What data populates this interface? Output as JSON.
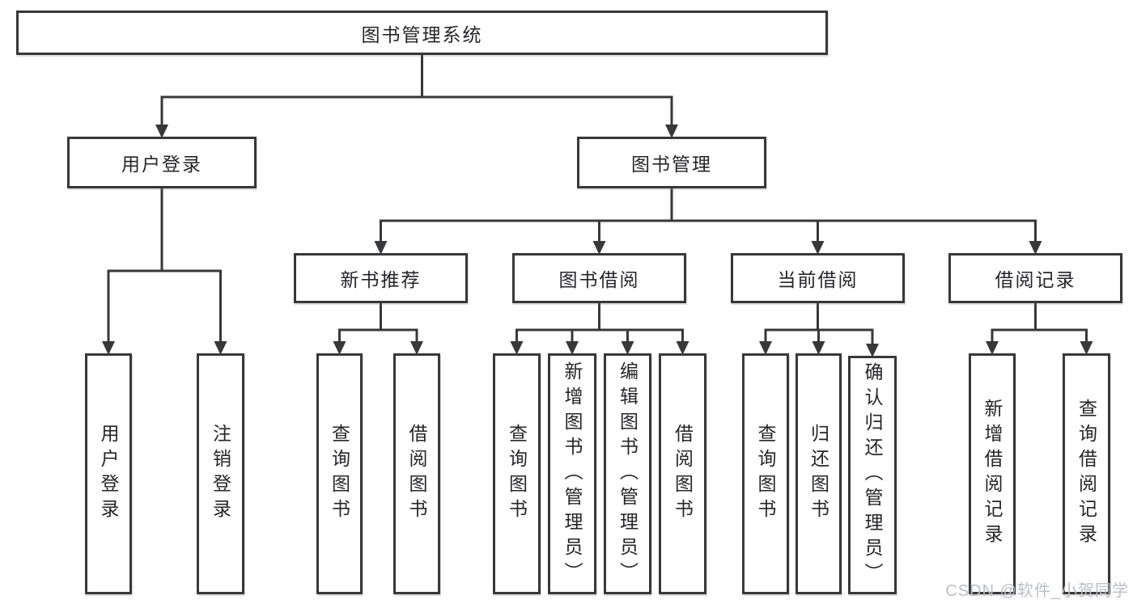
{
  "diagram": {
    "title": "图书管理系统",
    "watermark": "CSDN @软件_小贺同学",
    "colors": {
      "line": "#38383a",
      "text": "#26262a",
      "background": "#ffffff",
      "watermark": "#b9bfc5"
    },
    "nodes": [
      {
        "id": "root",
        "label": "图书管理系统",
        "level": 1
      },
      {
        "id": "user-login",
        "label": "用户登录",
        "level": 2
      },
      {
        "id": "book-management",
        "label": "图书管理",
        "level": 2
      },
      {
        "id": "new-book-recommend",
        "label": "新书推荐",
        "level": 3
      },
      {
        "id": "book-borrowing",
        "label": "图书借阅",
        "level": 3
      },
      {
        "id": "current-borrowing",
        "label": "当前借阅",
        "level": 3
      },
      {
        "id": "borrowing-records",
        "label": "借阅记录",
        "level": 3
      },
      {
        "id": "login",
        "label": "用户登录",
        "level": 4
      },
      {
        "id": "logout",
        "label": "注销登录",
        "level": 4
      },
      {
        "id": "nbr-query-books",
        "label": "查询图书",
        "level": 4
      },
      {
        "id": "nbr-borrow-books",
        "label": "借阅图书",
        "level": 4
      },
      {
        "id": "bb-query-books",
        "label": "查询图书",
        "level": 4
      },
      {
        "id": "bb-add-books",
        "label": "新增图书（管理员）",
        "level": 4
      },
      {
        "id": "bb-edit-books",
        "label": "编辑图书（管理员）",
        "level": 4
      },
      {
        "id": "bb-borrow-books",
        "label": "借阅图书",
        "level": 4
      },
      {
        "id": "cb-query-books",
        "label": "查询图书",
        "level": 4
      },
      {
        "id": "cb-return-books",
        "label": "归还图书",
        "level": 4
      },
      {
        "id": "cb-confirm-return",
        "label": "确认归还（管理员）",
        "level": 4
      },
      {
        "id": "br-add-record",
        "label": "新增借阅记录",
        "level": 4
      },
      {
        "id": "br-query-record",
        "label": "查询借阅记录",
        "level": 4
      }
    ],
    "edges": [
      {
        "from": "root",
        "to": [
          "user-login",
          "book-management"
        ]
      },
      {
        "from": "user-login",
        "to": [
          "login",
          "logout"
        ]
      },
      {
        "from": "book-management",
        "to": [
          "new-book-recommend",
          "book-borrowing",
          "current-borrowing",
          "borrowing-records"
        ]
      },
      {
        "from": "new-book-recommend",
        "to": [
          "nbr-query-books",
          "nbr-borrow-books"
        ]
      },
      {
        "from": "book-borrowing",
        "to": [
          "bb-query-books",
          "bb-add-books",
          "bb-edit-books",
          "bb-borrow-books"
        ]
      },
      {
        "from": "current-borrowing",
        "to": [
          "cb-query-books",
          "cb-return-books",
          "cb-confirm-return"
        ]
      },
      {
        "from": "borrowing-records",
        "to": [
          "br-add-record",
          "br-query-record"
        ]
      }
    ]
  }
}
